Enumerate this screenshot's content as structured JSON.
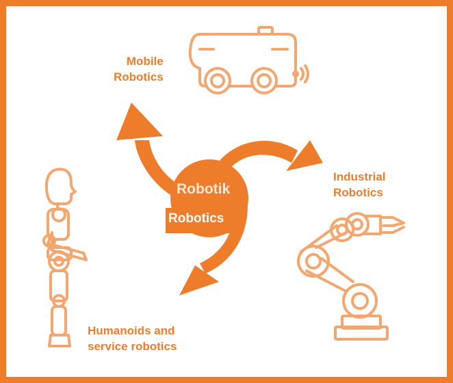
{
  "colors": {
    "accent": "#ee7d2b",
    "background": "#ffffff"
  },
  "labels": {
    "mobile": [
      "Mobile",
      "Robotics"
    ],
    "industrial": [
      "Industrial",
      "Robotics"
    ],
    "humanoid": [
      "Humanoids and",
      "service robotics"
    ]
  },
  "center": {
    "main": "Robotik",
    "sub": "Robotics"
  },
  "icons": [
    "mobile-robot-icon",
    "industrial-arm-icon",
    "humanoid-robot-icon"
  ]
}
